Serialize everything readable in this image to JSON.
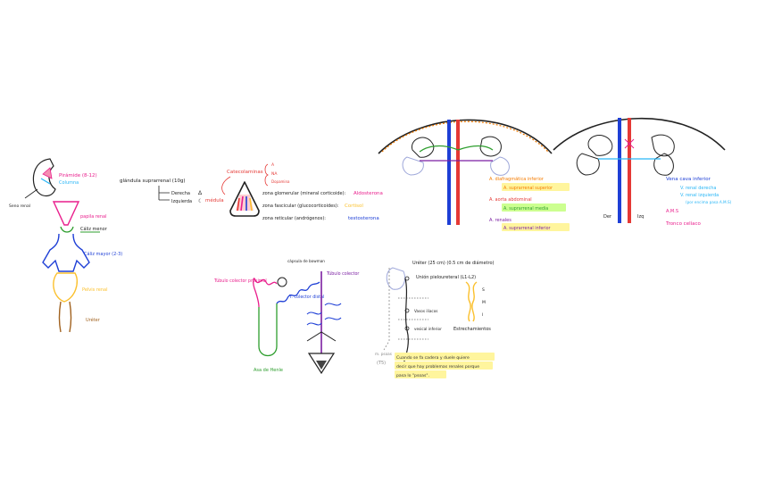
{
  "kidney": {
    "pyramid_label": "Pirámide (8-12)",
    "column_label": "Columna",
    "sinus_label": "Seno renal",
    "papilla_label": "papila renal",
    "minor_calyx_label": "Cáliz menor",
    "major_calyx_label": "Cáliz mayor (2-3)",
    "pelvis_label": "Pelvis renal",
    "ureter_label": "Uréter"
  },
  "adrenal": {
    "gland_label": "glándula suprarrenal (10g)",
    "right_label": "Derecha",
    "right_shape": "Δ",
    "left_label": "Izquierda",
    "left_shape": "☾",
    "catecholamines_label": "Catecolaminas",
    "cat_a": "A",
    "cat_na": "NA",
    "cat_dopamine": "Dopamina",
    "medulla_label": "médula",
    "zona_glom": "zona glomerular (mineral corticoide):",
    "zona_glom_hormone": "Aldosterona",
    "zona_fasc": "zona fascicular (glucocorticoides):",
    "zona_fasc_hormone": "Cortisol",
    "zona_retic": "zona reticular (andrógenos):",
    "zona_retic_hormone": "testosterona"
  },
  "arteries": {
    "phrenic": "A. diafragmática inferior",
    "sup_suprarenal": "A. suprarrenal superior",
    "aorta": "A. aorta abdominal",
    "mid_suprarenal": "A. suprarrenal media",
    "renal": "A. renales",
    "inf_suprarenal": "A. suprarrenal inferior"
  },
  "veins": {
    "right_side": "Der",
    "left_side": "Izq",
    "ivc": "Vena cava inferior",
    "right_renal": "V. renal derecha",
    "left_renal": "V. renal izquierda",
    "note": "(por encima pasa A.M.S)",
    "ams": "A.M.S",
    "celiac": "Tronco celíaco"
  },
  "nephron": {
    "capsule": "cápsula de bowman",
    "proximal": "Túbulo colector proximal",
    "distal": "T. colector distal",
    "collector": "Túbulo colector",
    "henle": "Asa de Henle"
  },
  "ureter": {
    "title": "Uréter (25 cm) (0.5 cm de diámetro)",
    "pelvis": "Unión pieloureteral (L1-L2)",
    "vessels": "Vasos iliacos",
    "inferior": "vesical inferior",
    "s": "S",
    "m": "M",
    "i": "I",
    "narrowings": "Estrechamientos",
    "psoas": "m. psoas",
    "ts": "(T5)",
    "note_line1": "Cuando se fa cadera y duele quiere",
    "note_line2": "decir que hay problemas renales porque",
    "note_line3": "pasa lo \"psoas\"."
  },
  "colors": {
    "magenta": "#e91e8c",
    "blue": "#1e3fd6",
    "red": "#e53935",
    "orange": "#f57c00",
    "green": "#2e9e2e",
    "purple": "#7b1fa2",
    "yellow": "#fbc02d",
    "brown": "#a1621f",
    "cyan": "#29b6f6"
  }
}
